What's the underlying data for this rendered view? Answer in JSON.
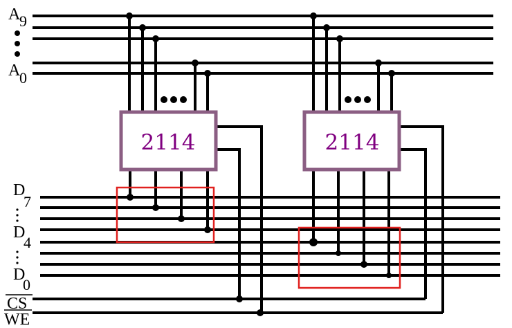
{
  "chips": [
    {
      "label": "2114"
    },
    {
      "label": "2114"
    }
  ],
  "address_bus": {
    "top_letter": "A",
    "top_index": "9",
    "bottom_letter": "A",
    "bottom_index": "0"
  },
  "data_bus": {
    "top_letter": "D",
    "top_index": "7",
    "mid_letter": "D",
    "mid_index": "4",
    "bottom_letter": "D",
    "bottom_index": "0"
  },
  "control": {
    "cs_label": "CS",
    "we_label": "WE"
  },
  "colors": {
    "wire": "#000000",
    "chip_border": "#8B5E83",
    "chip_text": "#800080",
    "highlight": "#E0201E"
  }
}
